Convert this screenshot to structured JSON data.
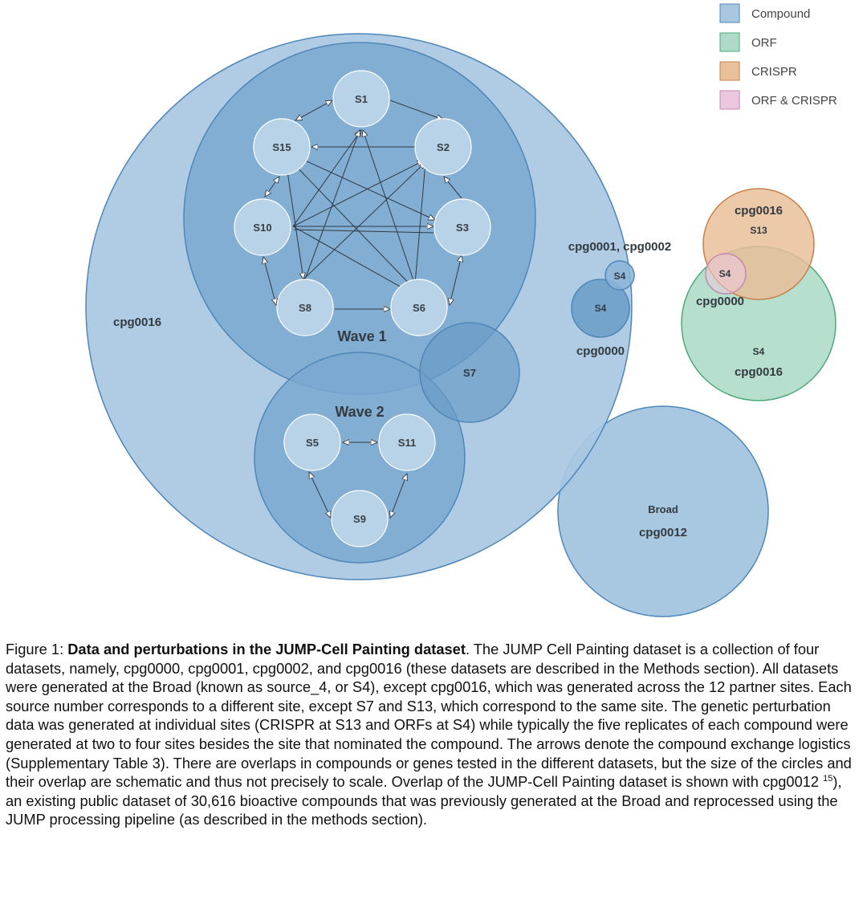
{
  "legend": [
    {
      "label": "Compound",
      "fill": "#a8c8e2",
      "stroke": "#4f86b8"
    },
    {
      "label": "ORF",
      "fill": "#aedbc8",
      "stroke": "#4fa87c"
    },
    {
      "label": "CRISPR",
      "fill": "#e8c09a",
      "stroke": "#c8804a"
    },
    {
      "label": "ORF & CRISPR",
      "fill": "#ecc8de",
      "stroke": "#c48ab0"
    }
  ],
  "colors": {
    "compound_light": "#a8c8e2",
    "compound_mid": "#7ba8d0",
    "compound_dark": "#4f86b8",
    "node_fill": "#b8d3e8",
    "orf": "#aedbc8",
    "crispr": "#e8c09a",
    "orf_crispr": "#ecc8de"
  },
  "diagram": {
    "labels": {
      "cpg0016_main": "cpg0016",
      "wave1": "Wave 1",
      "wave2": "Wave 2",
      "cpg0001_0002": "cpg0001, cpg0002",
      "s4_small": "S4",
      "s4_mid": "S4",
      "cpg0000_mid": "cpg0000",
      "s7": "S7",
      "crispr_cpg0016": "cpg0016",
      "crispr_s13": "S13",
      "overlap_s4": "S4",
      "crispr_cpg0000": "cpg0000",
      "orf_s4": "S4",
      "orf_cpg0016": "cpg0016",
      "broad": "Broad",
      "cpg0012": "cpg0012"
    },
    "wave1_nodes": [
      "S1",
      "S2",
      "S3",
      "S6",
      "S8",
      "S10",
      "S15"
    ],
    "wave2_nodes": [
      "S5",
      "S11",
      "S9"
    ]
  },
  "caption": {
    "prefix": "Figure 1: ",
    "bold": "Data and perturbations in the JUMP-Cell Painting dataset",
    "body1": ". The JUMP Cell Painting dataset is a collection of four datasets, namely, cpg0000, cpg0001, cpg0002, and cpg0016 (these datasets are described in the Methods section). All datasets were generated at the Broad (known as source_4, or S4), except cpg0016, which was generated across the 12 partner sites. Each source number corresponds to a different site, except S7 and S13, which correspond to the same site. The genetic perturbation data was generated at individual sites (CRISPR at S13 and ORFs at S4) while typically the five replicates of each compound were generated at two to four sites besides the site that nominated the compound. The arrows denote the compound exchange logistics (Supplementary Table 3). There are overlaps in compounds or genes tested in the different datasets, but the size of the circles and their overlap are schematic and thus not precisely to scale. Overlap of the JUMP-Cell Painting dataset is shown with cpg0012 ",
    "ref": "15",
    "body2": "), an existing public dataset of 30,616 bioactive compounds that was previously generated at the Broad and reprocessed using the JUMP processing pipeline (as described in the methods section)."
  }
}
